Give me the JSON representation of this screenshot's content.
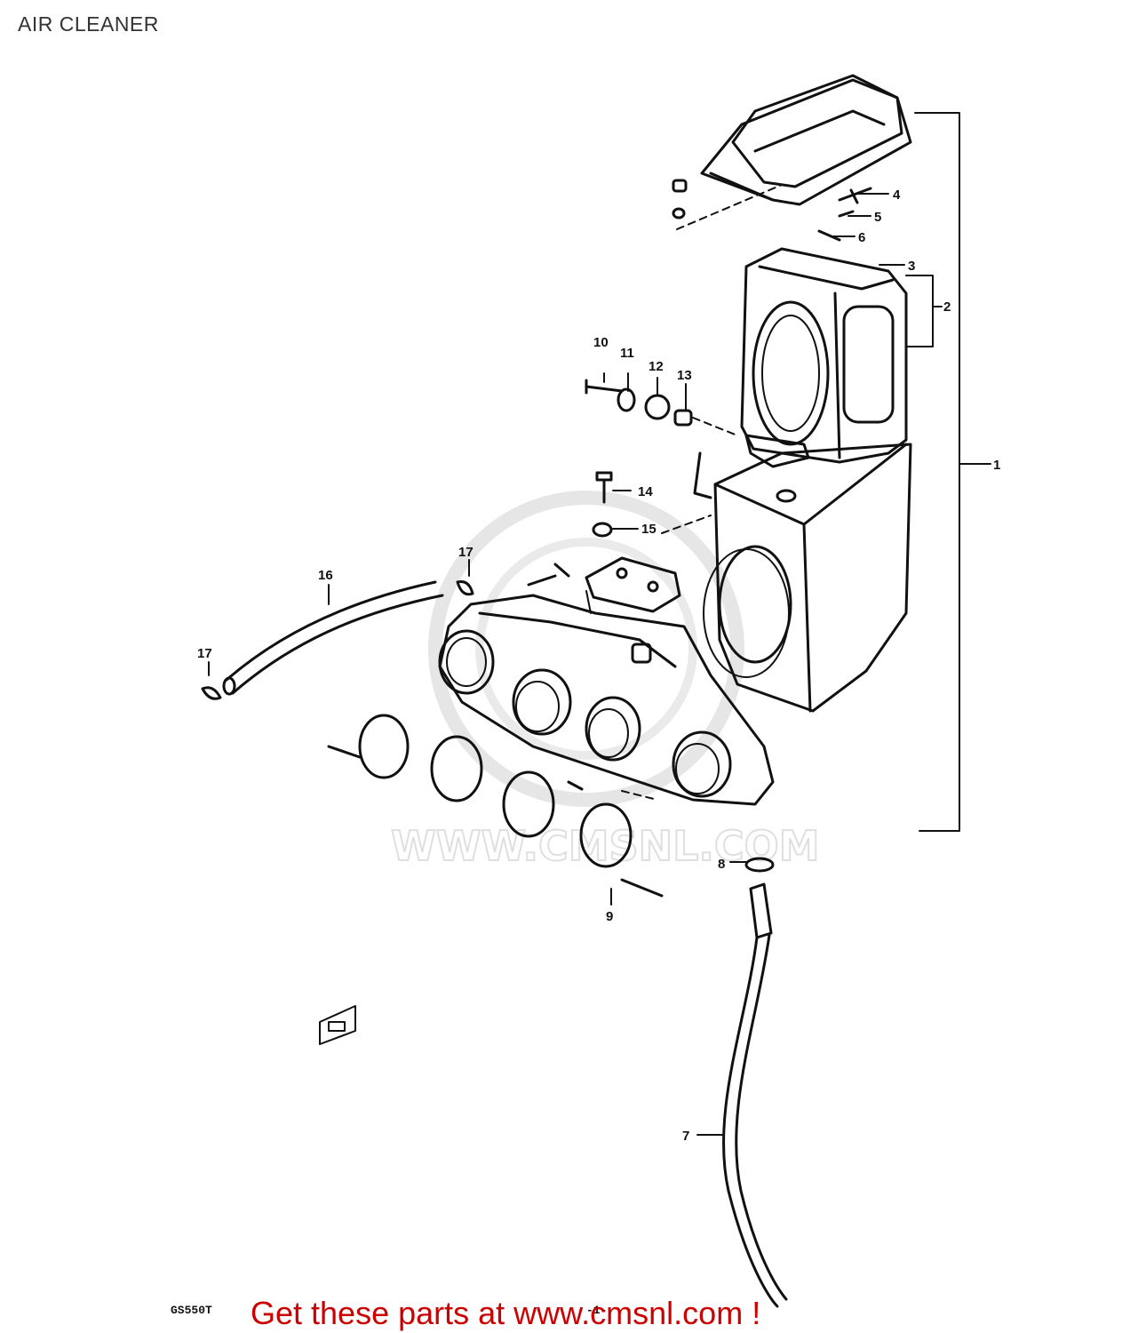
{
  "title": "AIR CLEANER",
  "watermark": "WWW.CMSNL.COM",
  "model_code": "GS550T",
  "page_ref": "-1-",
  "footer": {
    "text": "Get these parts at www.cmsnl.com !",
    "color": "#cc0000"
  },
  "callouts": [
    "1",
    "2",
    "3",
    "4",
    "5",
    "6",
    "7",
    "8",
    "9",
    "10",
    "11",
    "12",
    "13",
    "14",
    "15",
    "16",
    "17",
    "17"
  ]
}
